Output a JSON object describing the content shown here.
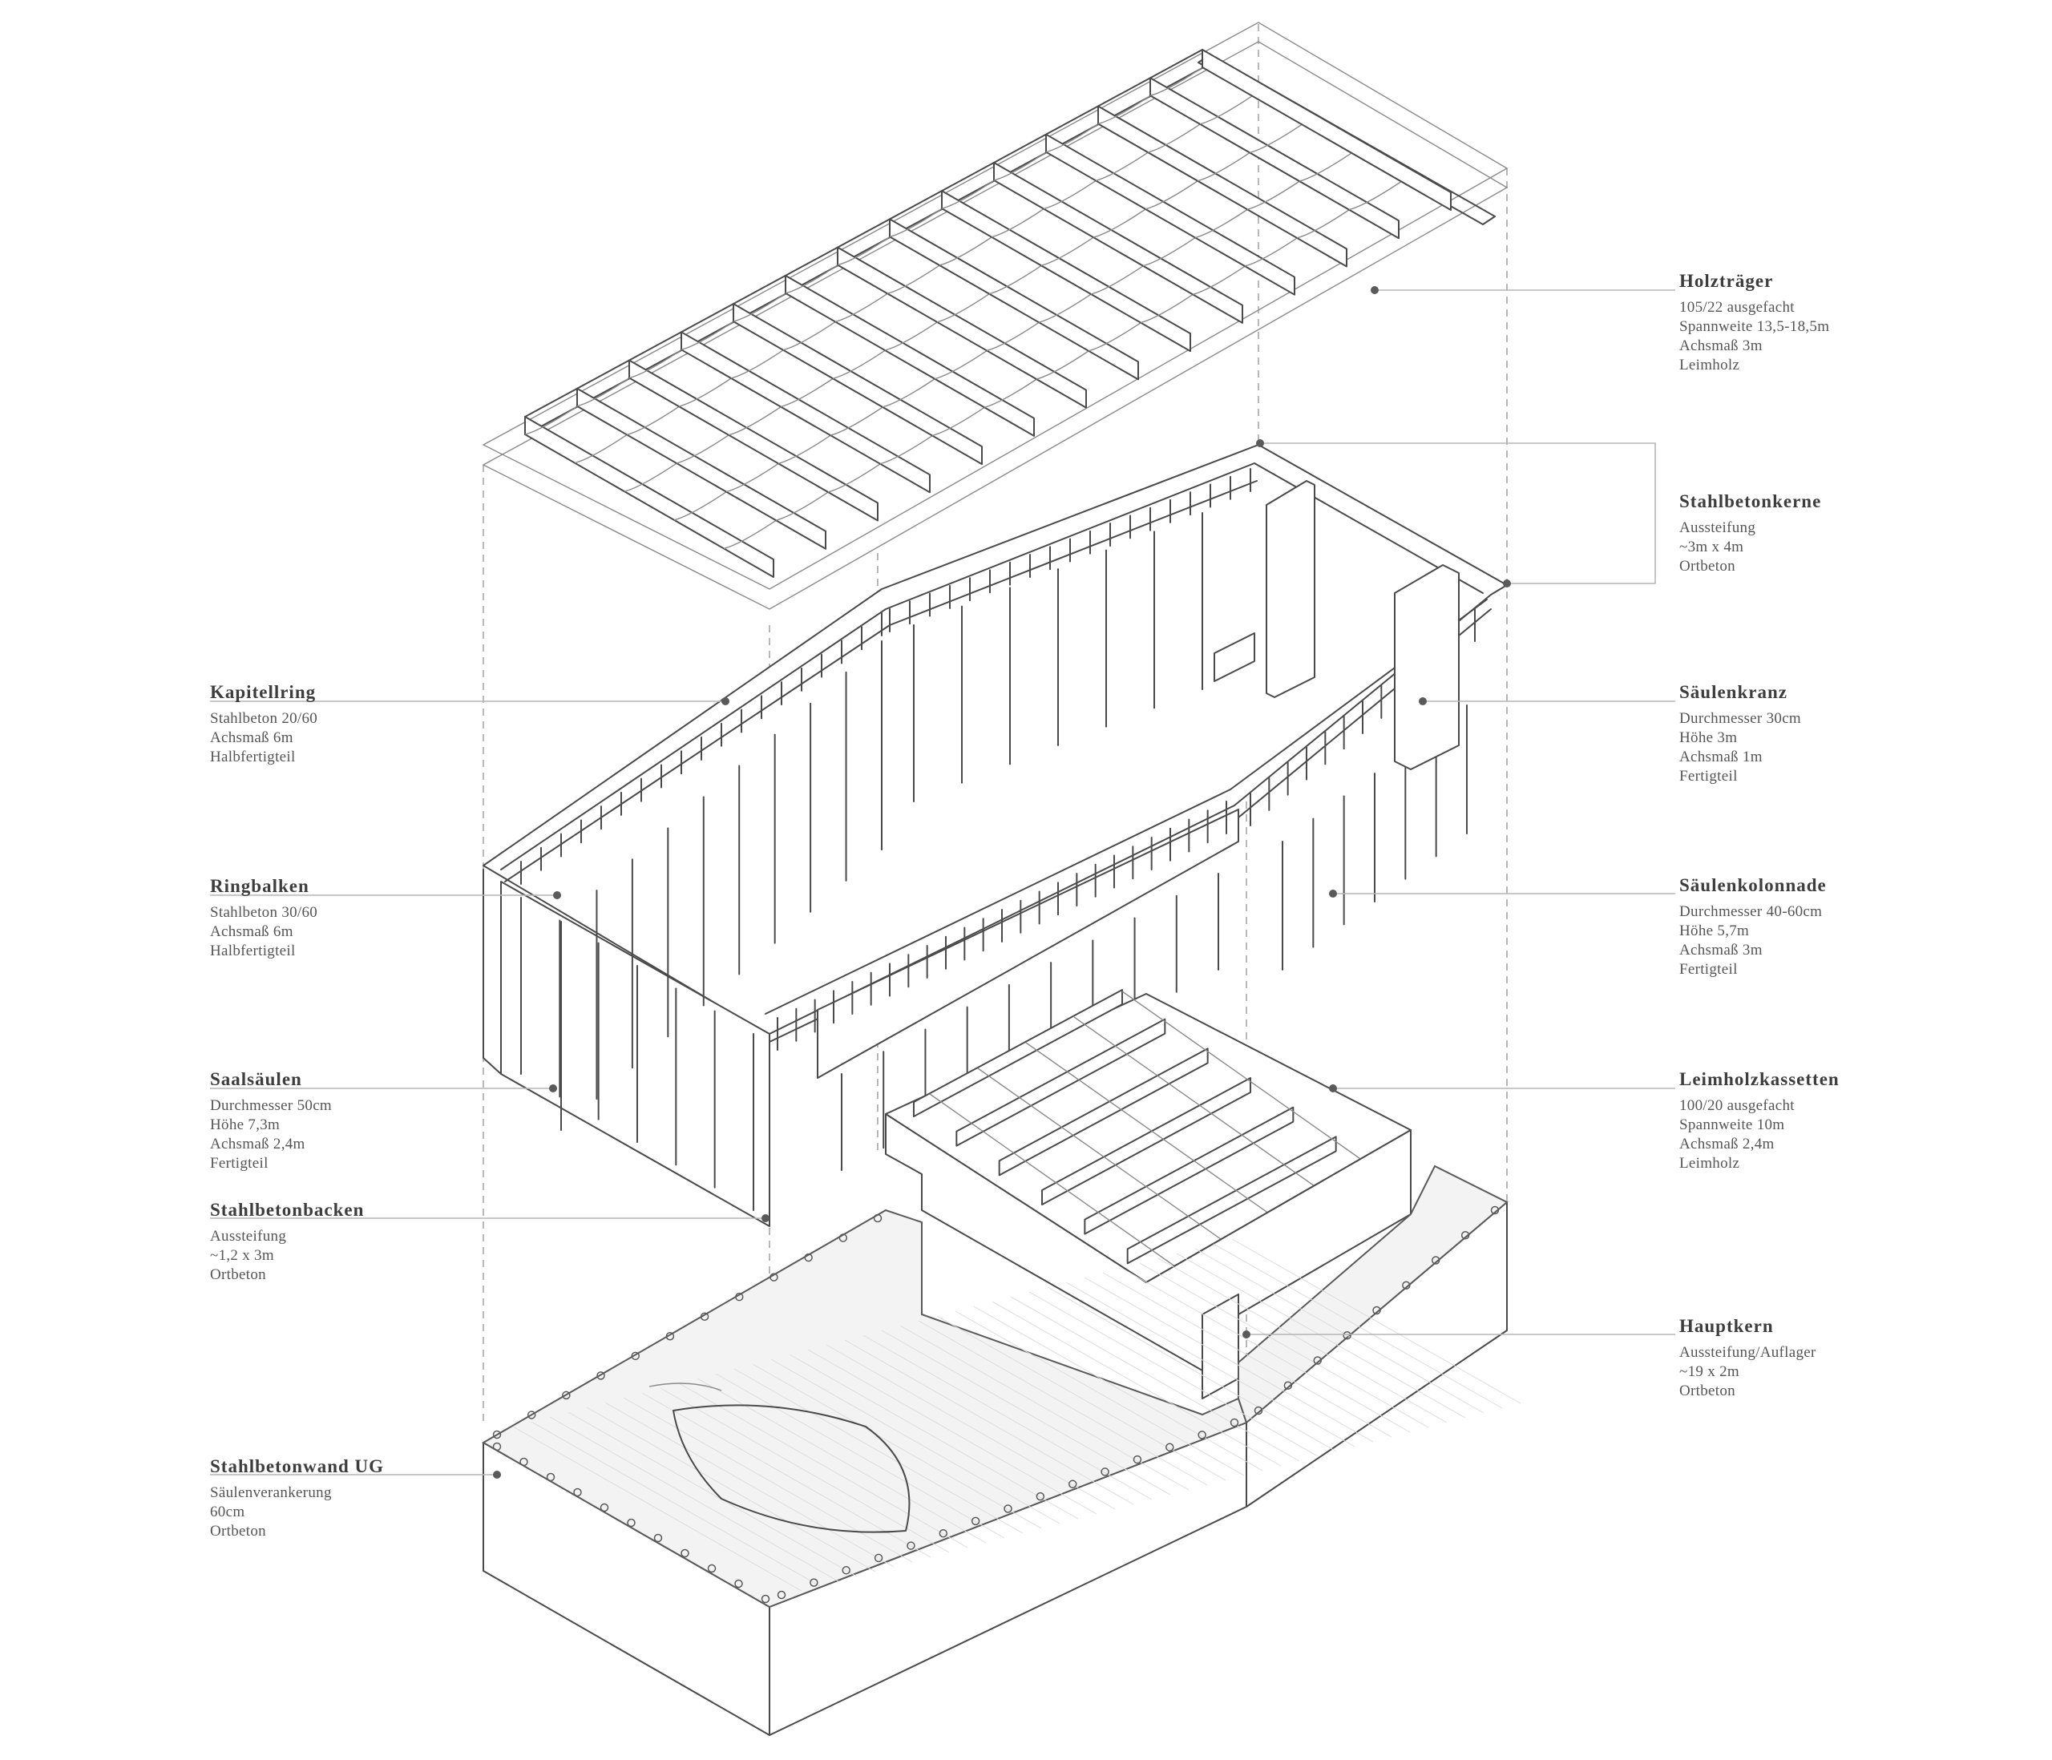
{
  "annotations": {
    "holztraeger": {
      "title": "Holzträger",
      "lines": [
        "105/22 ausgefacht",
        "Spannweite 13,5-18,5m",
        "Achsmaß 3m",
        "Leimholz"
      ]
    },
    "stahlbetonkerne": {
      "title": "Stahlbetonkerne",
      "lines": [
        "Aussteifung",
        "~3m x 4m",
        "Ortbeton"
      ]
    },
    "saeulenkranz": {
      "title": "Säulenkranz",
      "lines": [
        "Durchmesser 30cm",
        "Höhe 3m",
        "Achsmaß 1m",
        "Fertigteil"
      ]
    },
    "saeulenkolonnade": {
      "title": "Säulenkolonnade",
      "lines": [
        "Durchmesser 40-60cm",
        "Höhe 5,7m",
        "Achsmaß 3m",
        "Fertigteil"
      ]
    },
    "leimholzkassetten": {
      "title": "Leimholzkassetten",
      "lines": [
        "100/20 ausgefacht",
        "Spannweite 10m",
        "Achsmaß 2,4m",
        "Leimholz"
      ]
    },
    "hauptkern": {
      "title": "Hauptkern",
      "lines": [
        "Aussteifung/Auflager",
        "~19 x 2m",
        "Ortbeton"
      ]
    },
    "kapitellring": {
      "title": "Kapitellring",
      "lines": [
        "Stahlbeton 20/60",
        "Achsmaß 6m",
        "Halbfertigteil"
      ]
    },
    "ringbalken": {
      "title": "Ringbalken",
      "lines": [
        "Stahlbeton 30/60",
        "Achsmaß 6m",
        "Halbfertigteil"
      ]
    },
    "saalsaeulen": {
      "title": "Saalsäulen",
      "lines": [
        "Durchmesser 50cm",
        "Höhe 7,3m",
        "Achsmaß 2,4m",
        "Fertigteil"
      ]
    },
    "stahlbetonbacken": {
      "title": "Stahlbetonbacken",
      "lines": [
        "Aussteifung",
        "~1,2 x 3m",
        "Ortbeton"
      ]
    },
    "stahlbetonwand_ug": {
      "title": "Stahlbetonwand UG",
      "lines": [
        "Säulenverankerung",
        "60cm",
        "Ortbeton"
      ]
    }
  }
}
